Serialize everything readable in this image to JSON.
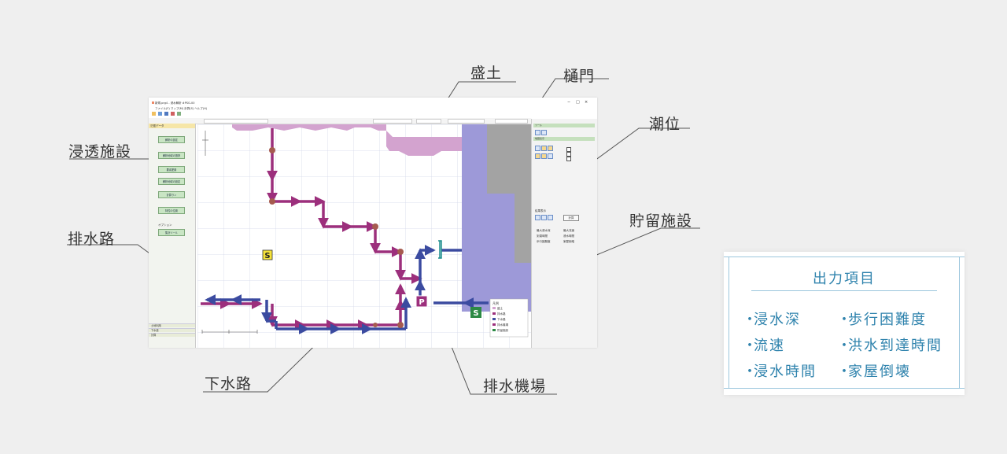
{
  "callouts": {
    "morido": "盛土",
    "himon": "樋門",
    "choi": "潮位",
    "shinto": "浸透施設",
    "chozu": "貯留施設",
    "haisuiro": "排水路",
    "gesuiro": "下水路",
    "haisuikijo": "排水機場"
  },
  "window": {
    "title": "新規.prg4 - 浸水解析 #PSG-00",
    "menu": "ファイル(F)   マップ(M)   計算(S)   ヘルプ(H)",
    "close_icon": "×",
    "minimize_icon": "−",
    "maximize_icon": "□"
  },
  "left_panel": {
    "header": "氾濫データ",
    "buttons": [
      "解析の設定",
      "解析地域の選択",
      "要素配置",
      "解析地域の設定",
      "計算ラン",
      "特性の位置"
    ],
    "option_label": "オプション",
    "option_button": "集計ツール",
    "footer": [
      "土地利用",
      "下水道",
      "計算"
    ]
  },
  "right_panel": {
    "bar1": "ツール",
    "bar2": "地図表示",
    "section_output": "結果表示",
    "options": [
      "最大浸水深",
      "最大流速",
      "到達時間",
      "浸水時間",
      "歩行困難度",
      "家屋倒壊"
    ],
    "run_button": "計算"
  },
  "map": {
    "labels": {
      "S_shinto": "S",
      "S_chozu": "S",
      "P": "P"
    },
    "legend": [
      "凡例",
      "盛土",
      "排水路",
      "下水路",
      "排水機場",
      "貯留施設"
    ],
    "colors": {
      "embankment": "#d3a3cf",
      "drain": "#9c2f7c",
      "sewer": "#3b4ba0",
      "tide": "#9d99d8",
      "gate": "#1a8c8c",
      "node": "#a55a4f"
    }
  },
  "output_box": {
    "title": "出力項目",
    "items": [
      "浸水深",
      "歩行困難度",
      "流速",
      "洪水到達時間",
      "浸水時間",
      "家屋倒壊"
    ]
  }
}
